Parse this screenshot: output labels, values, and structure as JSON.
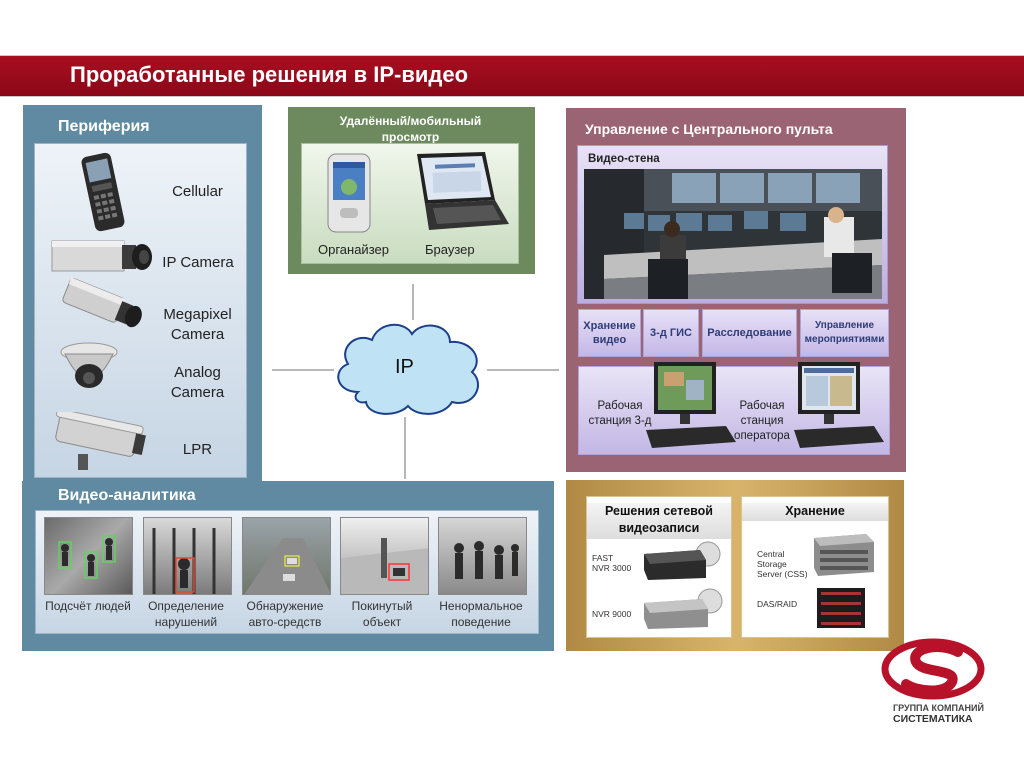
{
  "title": "Проработанные решения в IP-видео",
  "periphery": {
    "heading": "Периферия",
    "devices": [
      "Cellular",
      "IP Camera",
      "Megapixel Camera",
      "Analog Camera",
      "LPR"
    ]
  },
  "remote": {
    "heading": "Удалённый/мобильный просмотр",
    "organizer": "Органайзер",
    "browser": "Браузер"
  },
  "network": {
    "label": "IP"
  },
  "control": {
    "heading": "Управление с Центрального пульта",
    "videowall": "Видео-стена",
    "buttons": [
      "Хранение видео",
      "3-д ГИС",
      "Расследование",
      "Управление мероприятиями"
    ],
    "workstations": [
      "Рабочая станция 3-д",
      "Рабочая станция оператора"
    ]
  },
  "analytics": {
    "heading": "Видео-аналитика",
    "items": [
      "Подсчёт людей",
      "Определение нарушений",
      "Обнаружение авто-средств",
      "Покинутый объект",
      "Ненормальное поведение"
    ]
  },
  "storage": {
    "nvr_heading": "Решения сетевой видеозаписи",
    "nvr_items": [
      "FAST NVR 3000",
      "NVR 9000"
    ],
    "storage_heading": "Хранение",
    "storage_items": [
      "Central Storage Server (CSS)",
      "DAS/RAID"
    ]
  },
  "logo": {
    "line1": "ГРУППА КОМПАНИЙ",
    "line2": "СИСТЕМАТИКА"
  },
  "colors": {
    "title_bar": "#9b0b1c",
    "periphery": "#5f8aa2",
    "remote": "#6c8a5d",
    "control": "#9b6475",
    "storage": "#c9a45a",
    "accent_text": "#2e3c78"
  }
}
